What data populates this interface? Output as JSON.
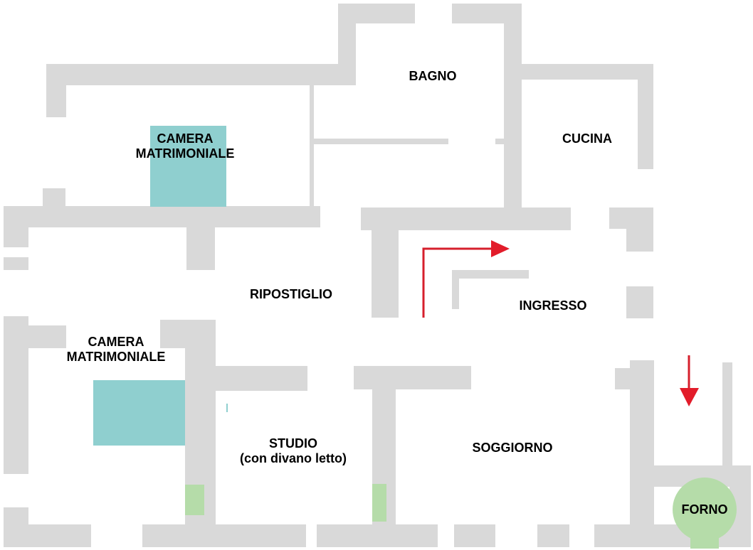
{
  "rooms": {
    "bagno": "BAGNO",
    "cucina": "CUCINA",
    "camera_top": {
      "line1": "CAMERA",
      "line2": "MATRIMONIALE"
    },
    "ripostiglio": "RIPOSTIGLIO",
    "ingresso": "INGRESSO",
    "camera_bottom": {
      "line1": "CAMERA",
      "line2": "MATRIMONIALE"
    },
    "studio": {
      "line1": "STUDIO",
      "line2": "(con divano letto)"
    },
    "soggiorno": "SOGGIORNO",
    "forno": "FORNO"
  },
  "colors": {
    "wall": "#d9d9d9",
    "bed": "#8fcfcf",
    "plant": "#b5dca9",
    "arrow": "#e21c2a",
    "background": "#ffffff"
  }
}
